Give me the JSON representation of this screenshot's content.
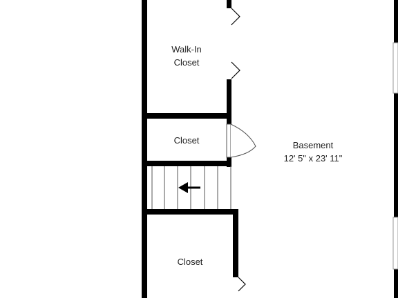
{
  "floor_plan": {
    "rooms": [
      {
        "id": "walk-in-closet",
        "name_lines": [
          "Walk-In",
          "Closet"
        ]
      },
      {
        "id": "closet-upper",
        "name_lines": [
          "Closet"
        ]
      },
      {
        "id": "basement",
        "name_lines": [
          "Basement"
        ],
        "dimensions": "12' 5\" x 23' 11\""
      },
      {
        "id": "closet-lower",
        "name_lines": [
          "Closet"
        ]
      }
    ],
    "stairs": {
      "direction": "left"
    }
  },
  "colors": {
    "wall": "#000000",
    "background": "#ffffff",
    "stair_line": "#555555",
    "text": "#222222"
  }
}
